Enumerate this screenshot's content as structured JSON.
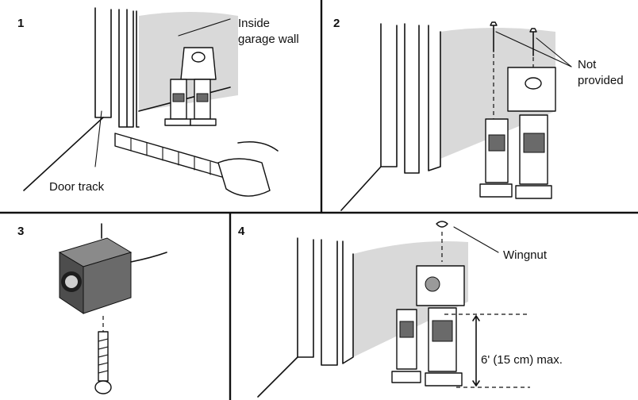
{
  "panels": [
    {
      "number": "1",
      "labels": {
        "wall": "Inside\ngarage wall",
        "track": "Door track"
      }
    },
    {
      "number": "2",
      "labels": {
        "screws": "Not\nprovided"
      }
    },
    {
      "number": "3",
      "labels": {}
    },
    {
      "number": "4",
      "labels": {
        "wingnut": "Wingnut",
        "dimension": "6' (15 cm) max."
      }
    }
  ],
  "colors": {
    "ink": "#111111",
    "wall_shade": "#d9d9d9",
    "sensor_body": "#5a5a5a"
  }
}
